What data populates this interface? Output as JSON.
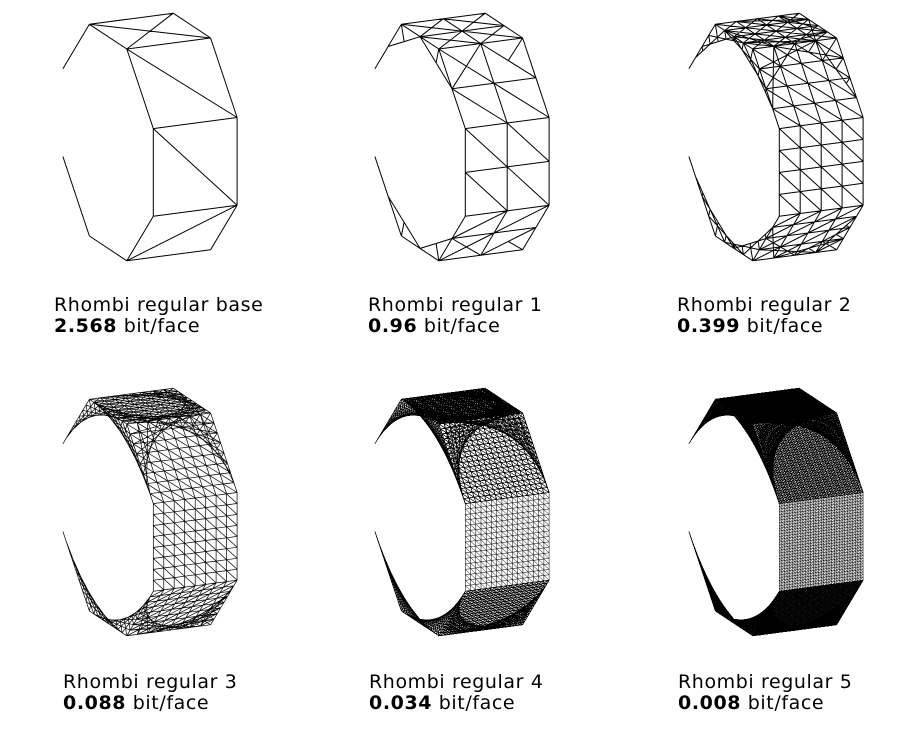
{
  "figure": {
    "panels": [
      {
        "name": "Rhombi regular base",
        "value": "2.568",
        "unit": "bit/face",
        "level": 0
      },
      {
        "name": "Rhombi regular 1",
        "value": "0.96",
        "unit": "bit/face",
        "level": 1
      },
      {
        "name": "Rhombi regular 2",
        "value": "0.399",
        "unit": "bit/face",
        "level": 2
      },
      {
        "name": "Rhombi regular 3",
        "value": "0.088",
        "unit": "bit/face",
        "level": 3
      },
      {
        "name": "Rhombi regular 4",
        "value": "0.034",
        "unit": "bit/face",
        "level": 4
      },
      {
        "name": "Rhombi regular 5",
        "value": "0.008",
        "unit": "bit/face",
        "level": 5
      }
    ]
  }
}
